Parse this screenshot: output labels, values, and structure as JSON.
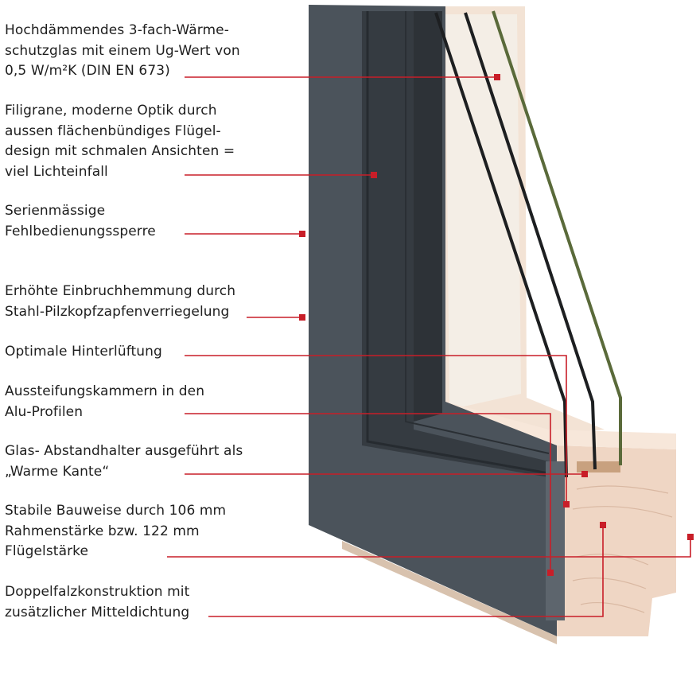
{
  "colors": {
    "aluminium": "#4b535b",
    "aluminium_dark": "#353b41",
    "pine": "#efd6c4",
    "glass": "#f4eee6",
    "leader": "#c81e28"
  },
  "callouts": [
    {
      "id": "glass",
      "text": "Hochdämmendes 3-fach-Wärme-\nschutzglas mit einem Ug-Wert von\n0,5 W/m²K (DIN EN 673)"
    },
    {
      "id": "optics",
      "text": "Filigrane, moderne Optik durch\naussen flächenbündiges Flügel-\ndesign mit schmalen Ansichten =\nviel Lichteinfall"
    },
    {
      "id": "lock",
      "text": "Serienmässige\nFehlbedienungssperre"
    },
    {
      "id": "burglary",
      "text": "Erhöhte Einbruchhemmung durch\nStahl-Pilzkopfzapfenverriegelung"
    },
    {
      "id": "ventilation",
      "text": "Optimale Hinterlüftung"
    },
    {
      "id": "chambers",
      "text": "Aussteifungskammern in den\nAlu-Profilen"
    },
    {
      "id": "spacer",
      "text": "Glas- Abstandhalter ausgeführt als\n„Warme Kante“"
    },
    {
      "id": "depth",
      "text": "Stabile Bauweise durch 106 mm\nRahmenstärke bzw. 122 mm\nFlügelstärke"
    },
    {
      "id": "rebate",
      "text": "Doppelfalzkonstruktion mit\nzusätzlicher Mitteldichtung"
    }
  ]
}
